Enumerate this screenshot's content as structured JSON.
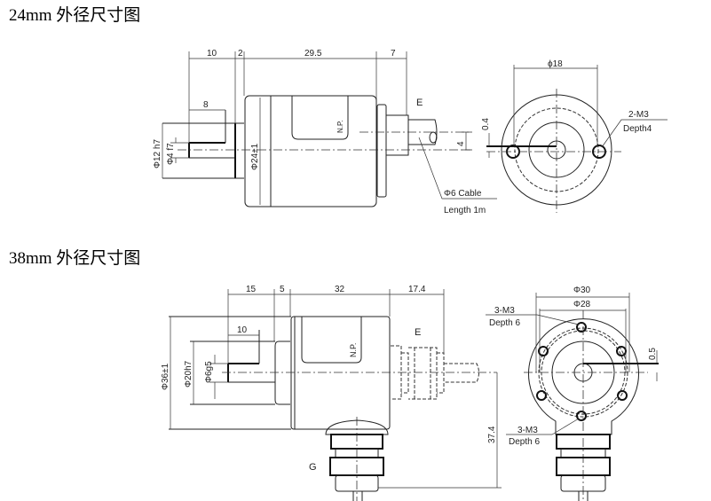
{
  "sections": [
    {
      "title": "24mm 外径尺寸图",
      "side_dims": {
        "d1": "10",
        "d2": "2",
        "d3": "29.5",
        "d4": "7",
        "shaft_len": "8",
        "flange_dia": "Φ12 h7",
        "shaft_dia": "Φ4 f7",
        "body_dia": "Φ24±1",
        "offset": "4"
      },
      "nameplate": "N.P.",
      "connector": "E",
      "cable": {
        "line1": "Φ6 Cable",
        "line2": "Length 1m"
      },
      "front_dims": {
        "pcd": "ϕ18",
        "offset": "0.4",
        "holes": "2-M3",
        "depth": "Depth4"
      }
    },
    {
      "title": "38mm 外径尺寸图",
      "side_dims": {
        "d1": "15",
        "d2": "5",
        "d3": "32",
        "d4": "17.4",
        "shaft_len": "10",
        "body_dia": "Φ36±1",
        "pilot_dia": "Φ20h7",
        "shaft_dia": "Φ6g5",
        "height": "37.4"
      },
      "nameplate": "N.P.",
      "connector_e": "E",
      "connector_g": "G",
      "front_dims": {
        "outer": "Φ30",
        "pcd": "Φ28",
        "offset": "0.5",
        "holes_top": "3-M3",
        "depth_top": "Depth 6",
        "holes_bottom": "3-M3",
        "depth_bottom": "Depth 6"
      }
    }
  ]
}
